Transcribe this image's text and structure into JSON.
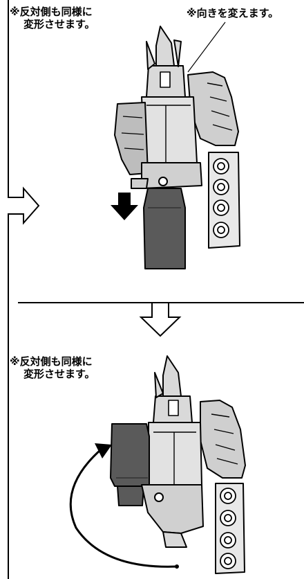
{
  "step1": {
    "note_both_sides_line1": "※反対側も同様に",
    "note_both_sides_line2": "変形させます。",
    "note_change_direction": "※向きを変えます。"
  },
  "step2": {
    "note_both_sides_line1": "※反対側も同様に",
    "note_both_sides_line2": "変形させます。"
  },
  "colors": {
    "line": "#000000",
    "robot_fill": "#d9d9d9",
    "robot_dark": "#555555",
    "leg_fill": "#5a5a5a"
  }
}
